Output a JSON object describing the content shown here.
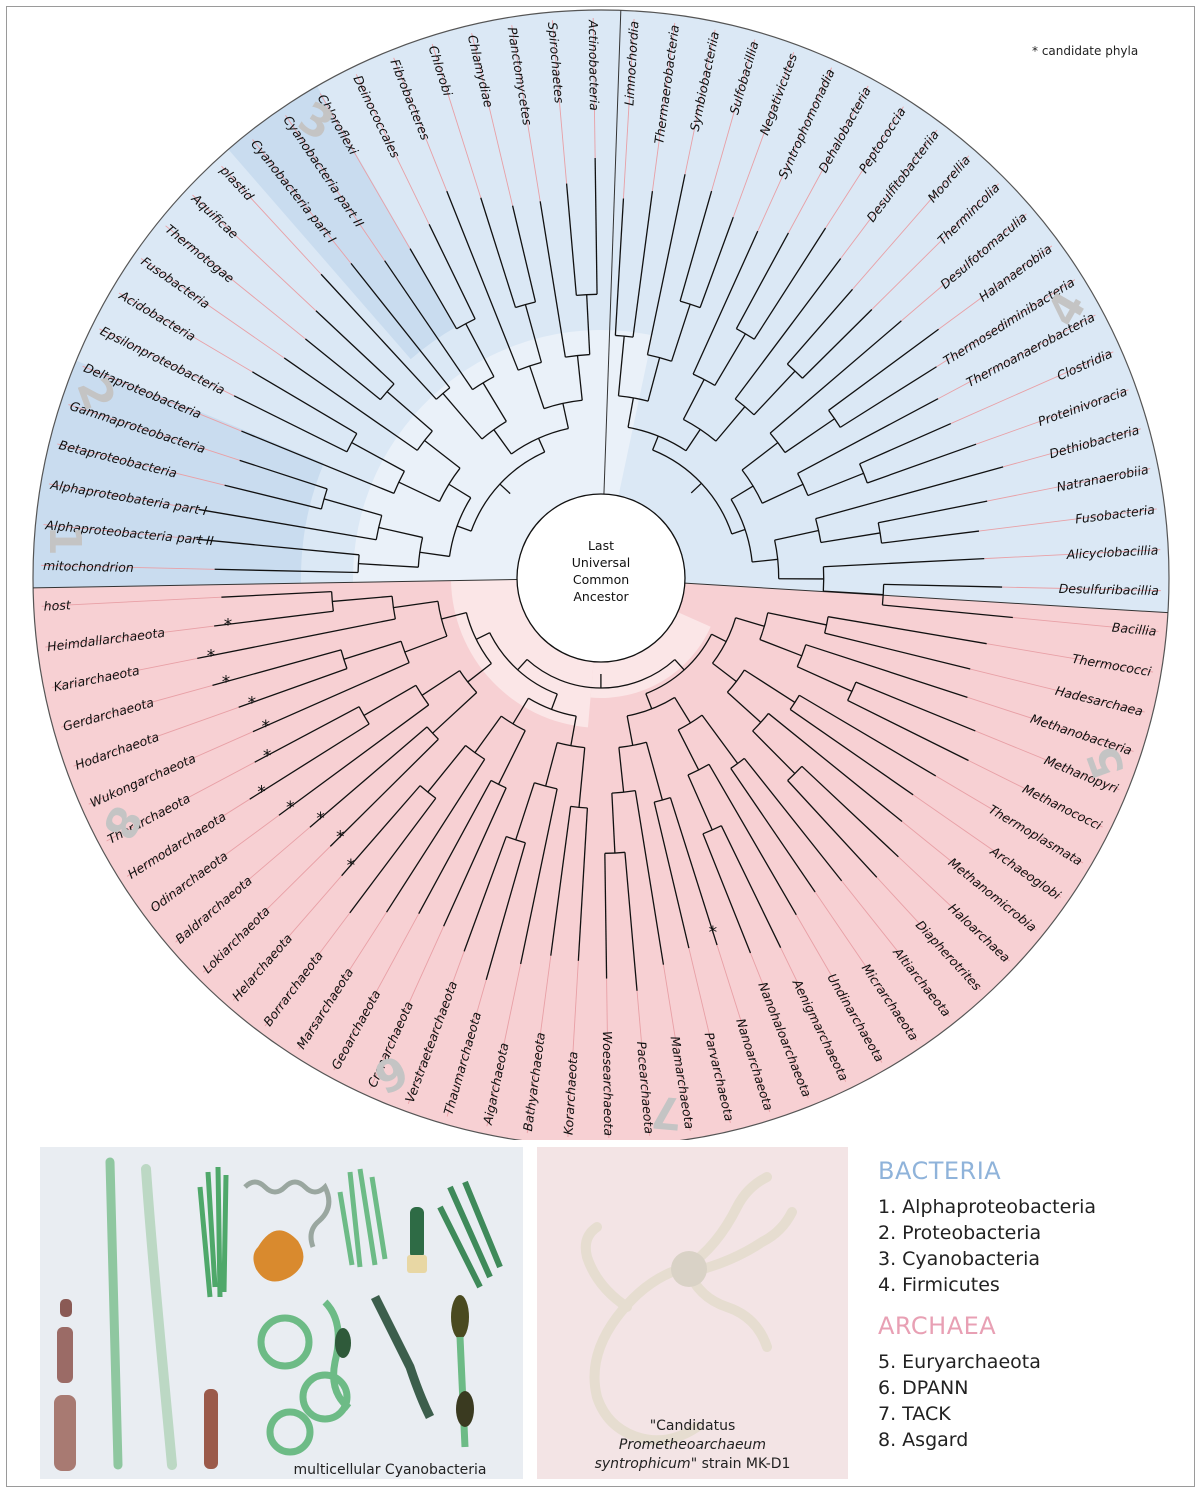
{
  "candidate_note": "* candidate phyla",
  "center_label": [
    "Last",
    "Universal",
    "Common",
    "Ancestor"
  ],
  "colors": {
    "bacteria_fill": "#dbe8f5",
    "bacteria_inner": "#eaf1f9",
    "archaea_fill": "#f7d0d3",
    "archaea_inner": "#fbe6e7",
    "leader_line": "#e8a0a6",
    "bacteria_heading": "#8fb3da",
    "archaea_heading": "#e8a0b4",
    "clade_number": "#c4c4c4"
  },
  "leaves": [
    {
      "label": "Actinobacteria"
    },
    {
      "label": "Spirochaetes"
    },
    {
      "label": "Planctomycetes"
    },
    {
      "label": "Chlamydiae"
    },
    {
      "label": "Chlorobi"
    },
    {
      "label": "Fibrobacteres"
    },
    {
      "label": "Deinococcales"
    },
    {
      "label": "Chloroflexi"
    },
    {
      "label": "Cyanobacteria part II"
    },
    {
      "label": "Cyanobacteria part I"
    },
    {
      "label": "plastid"
    },
    {
      "label": "Aquificae"
    },
    {
      "label": "Thermotogae"
    },
    {
      "label": "Fusobacteria"
    },
    {
      "label": "Acidobacteria"
    },
    {
      "label": "Epsilonproteobacteria"
    },
    {
      "label": "Deltaproteobacteria"
    },
    {
      "label": "Gammaproteobacteria"
    },
    {
      "label": "Betaproteobacteria"
    },
    {
      "label": "Alphaproteobateria part I"
    },
    {
      "label": "Alphaproteobacteria part II"
    },
    {
      "label": "mitochondrion"
    },
    {
      "label": "host"
    },
    {
      "label": "Heimdallarchaeota",
      "candidate": true
    },
    {
      "label": "Kariarchaeota",
      "candidate": true
    },
    {
      "label": "Gerdarchaeota",
      "candidate": true
    },
    {
      "label": "Hodarchaeota",
      "candidate": true
    },
    {
      "label": "Wukongarchaeota",
      "candidate": true
    },
    {
      "label": "Thorarchaeota",
      "candidate": true
    },
    {
      "label": "Hermodarchaeota",
      "candidate": true
    },
    {
      "label": "Odinarchaeota",
      "candidate": true
    },
    {
      "label": "Baldrarchaeota",
      "candidate": true
    },
    {
      "label": "Lokiarchaeota",
      "candidate": true
    },
    {
      "label": "Helarchaeota",
      "candidate": true
    },
    {
      "label": "Borrarchaeota"
    },
    {
      "label": "Marsarchaeota"
    },
    {
      "label": "Geoarchaeota"
    },
    {
      "label": "Crenarchaeota"
    },
    {
      "label": "Verstraetearchaeota"
    },
    {
      "label": "Thaumarchaeota"
    },
    {
      "label": "Aigarchaeota"
    },
    {
      "label": "Bathyarchaeota"
    },
    {
      "label": "Korarchaeota"
    },
    {
      "label": "Woesearchaeota"
    },
    {
      "label": "Pacearchaeota"
    },
    {
      "label": "Mamarchaeota"
    },
    {
      "label": "Parvarchaeota"
    },
    {
      "label": "Nanoarchaeota",
      "candidate": true
    },
    {
      "label": "Nanohaloarchaeota"
    },
    {
      "label": "Aenigmarchaeota"
    },
    {
      "label": "Undinarchaeota"
    },
    {
      "label": "Micrarchaeota"
    },
    {
      "label": "Altiarchaeota"
    },
    {
      "label": "Diapherotrites"
    },
    {
      "label": "Haloarchaea"
    },
    {
      "label": "Methanomicrobia"
    },
    {
      "label": "Archaeoglobi"
    },
    {
      "label": "Thermoplasmata"
    },
    {
      "label": "Methanococci"
    },
    {
      "label": "Methanopyri"
    },
    {
      "label": "Methanobacteria"
    },
    {
      "label": "Hadesarchaea"
    },
    {
      "label": "Thermococci"
    },
    {
      "label": "Bacillia"
    },
    {
      "label": "Desulfuribacillia"
    },
    {
      "label": "Alicyclobacillia"
    },
    {
      "label": "Fusobacteria"
    },
    {
      "label": "Natranaerobiia"
    },
    {
      "label": "Dethiobacteria"
    },
    {
      "label": "Proteinivoracia"
    },
    {
      "label": "Clostridia"
    },
    {
      "label": "Thermoanaerobacteria"
    },
    {
      "label": "Thermosediminibacteria"
    },
    {
      "label": "Halanaerobiia"
    },
    {
      "label": "Desulfotomaculia"
    },
    {
      "label": "Thermincolia"
    },
    {
      "label": "Moorellia"
    },
    {
      "label": "Desulfitobacteriia"
    },
    {
      "label": "Peptococcia"
    },
    {
      "label": "Dehalobacteria"
    },
    {
      "label": "Syntrophomonadia"
    },
    {
      "label": "Negativicutes"
    },
    {
      "label": "Sulfobacillia"
    },
    {
      "label": "Symbiobacteriia"
    },
    {
      "label": "Thermaerobacteria"
    },
    {
      "label": "Limnochordia"
    }
  ],
  "clade_numbers": [
    "1",
    "2",
    "3",
    "4",
    "5",
    "6",
    "7",
    "8"
  ],
  "images": {
    "cyanobacteria_caption": "multicellular Cyanobacteria",
    "prometheoarchaeum_caption_line1": "\"Candidatus",
    "prometheoarchaeum_caption_line2": "Prometheoarchaeum",
    "prometheoarchaeum_caption_line3_italic": "syntrophicum",
    "prometheoarchaeum_caption_line3_rest": "\" strain MK-D1"
  },
  "legend": {
    "bacteria_heading": "BACTERIA",
    "bacteria_items": [
      "1. Alphaproteobacteria",
      "2. Proteobacteria",
      "3. Cyanobacteria",
      "4. Firmicutes"
    ],
    "archaea_heading": "ARCHAEA",
    "archaea_items": [
      "5. Euryarchaeota",
      "6. DPANN",
      "7. TACK",
      "8. Asgard"
    ]
  }
}
